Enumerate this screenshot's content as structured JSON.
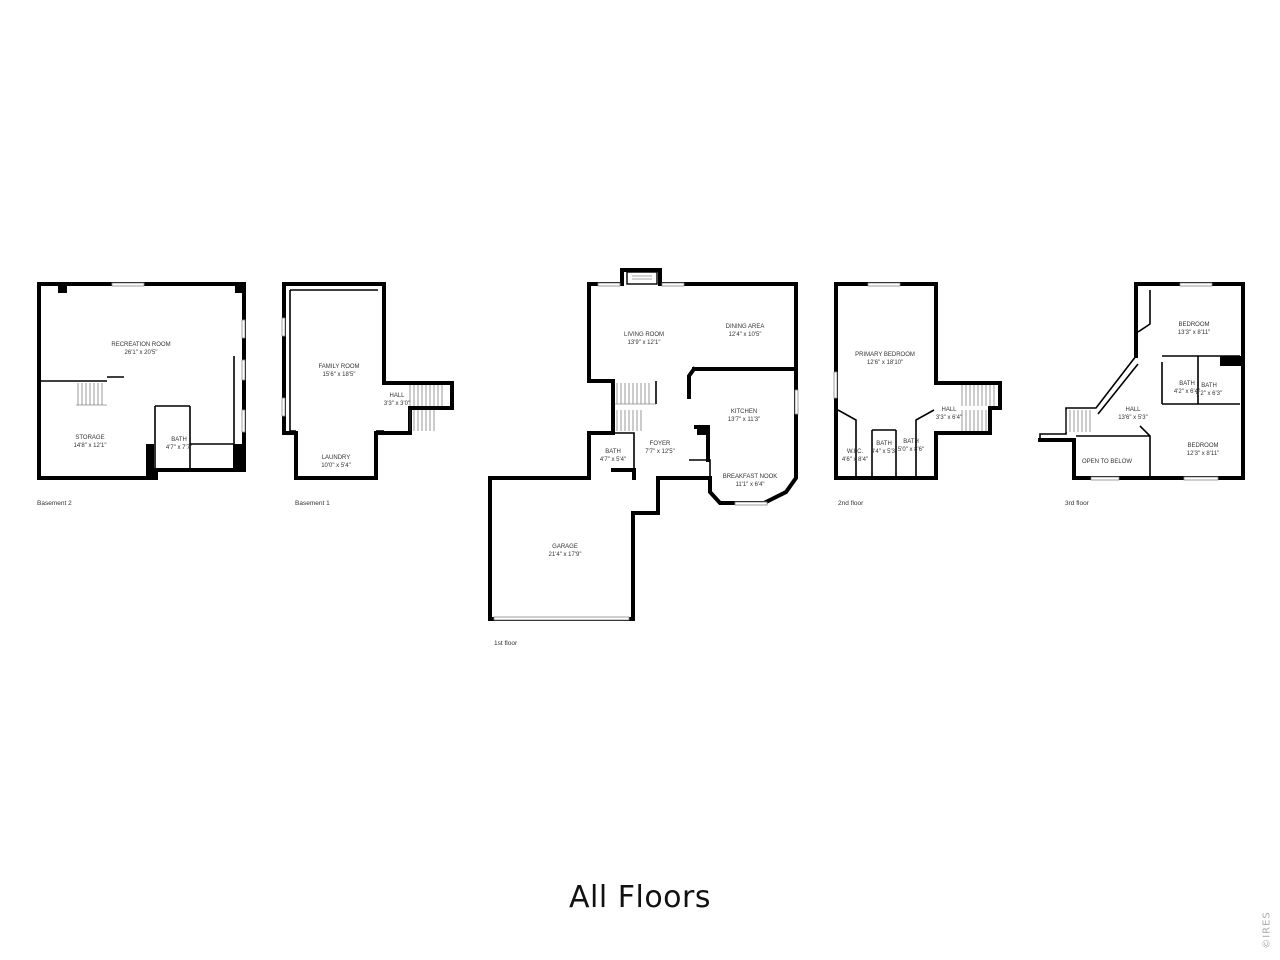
{
  "title": "All Floors",
  "brand": "©IRES",
  "floors": [
    {
      "name": "Basement 2",
      "rooms": [
        {
          "name": "RECREATION ROOM",
          "dims": "26'1\" x 20'5\""
        },
        {
          "name": "STORAGE",
          "dims": "14'8\" x 12'1\""
        },
        {
          "name": "BATH",
          "dims": "4'7\" x 7'7\""
        }
      ]
    },
    {
      "name": "Basement 1",
      "rooms": [
        {
          "name": "FAMILY ROOM",
          "dims": "15'6\" x 18'5\""
        },
        {
          "name": "HALL",
          "dims": "3'3\" x 3'0\""
        },
        {
          "name": "LAUNDRY",
          "dims": "10'0\" x 5'4\""
        }
      ]
    },
    {
      "name": "1st floor",
      "rooms": [
        {
          "name": "LIVING ROOM",
          "dims": "13'9\" x 12'1\""
        },
        {
          "name": "DINING AREA",
          "dims": "12'4\" x 10'5\""
        },
        {
          "name": "KITCHEN",
          "dims": "13'7\" x 11'3\""
        },
        {
          "name": "FOYER",
          "dims": "7'7\" x 12'5\""
        },
        {
          "name": "BATH",
          "dims": "4'7\" x 5'4\""
        },
        {
          "name": "BREAKFAST NOOK",
          "dims": "11'1\" x 6'4\""
        },
        {
          "name": "GARAGE",
          "dims": "21'4\" x 17'9\""
        }
      ]
    },
    {
      "name": "2nd floor",
      "rooms": [
        {
          "name": "PRIMARY BEDROOM",
          "dims": "12'6\" x 18'10\""
        },
        {
          "name": "HALL",
          "dims": "3'3\" x 6'4\""
        },
        {
          "name": "W.I.C.",
          "dims": "4'6\" x 8'4\""
        },
        {
          "name": "BATH",
          "dims": "4'4\" x 5'3\""
        },
        {
          "name": "BATH",
          "dims": "5'0\" x 8'6\""
        }
      ]
    },
    {
      "name": "3rd floor",
      "rooms": [
        {
          "name": "BEDROOM",
          "dims": "13'3\" x 8'11\""
        },
        {
          "name": "BATH",
          "dims": "4'2\" x 6'4\""
        },
        {
          "name": "BATH",
          "dims": "4'2\" x 6'3\""
        },
        {
          "name": "HALL",
          "dims": "13'6\" x 5'3\""
        },
        {
          "name": "BEDROOM",
          "dims": "12'3\" x 8'11\""
        },
        {
          "name": "OPEN TO BELOW",
          "dims": ""
        }
      ]
    }
  ]
}
